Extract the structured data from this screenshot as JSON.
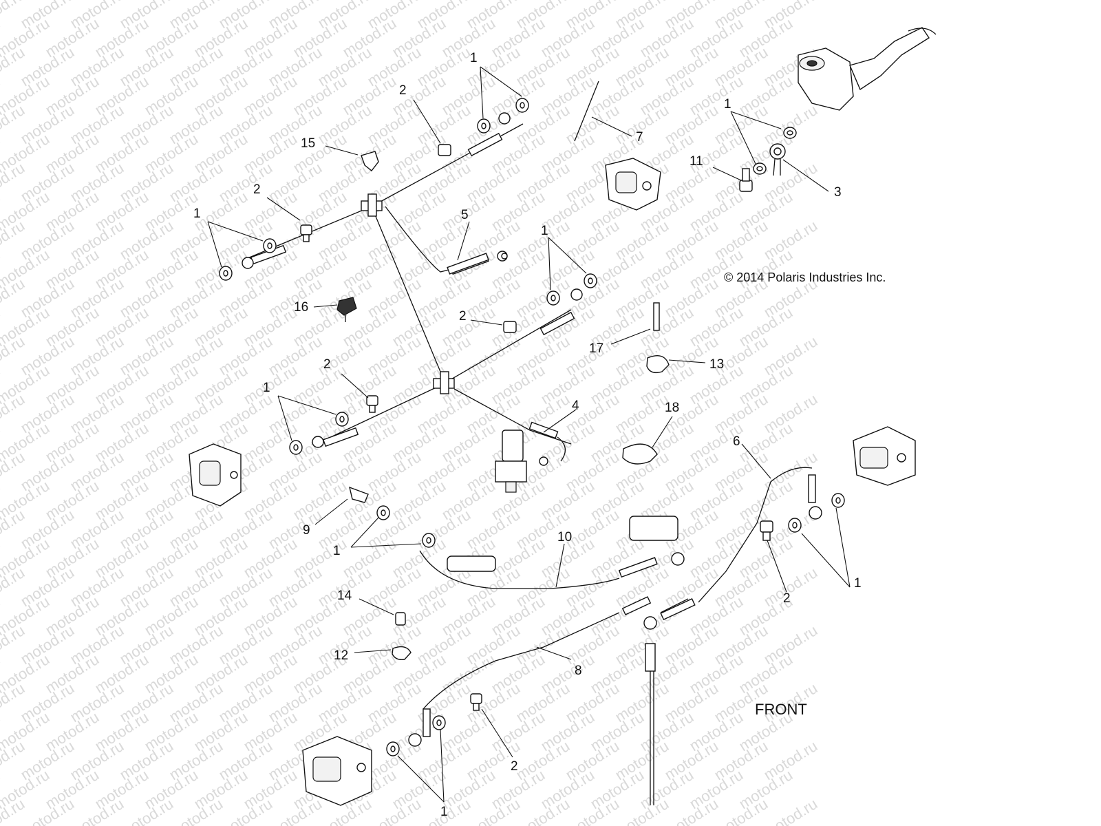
{
  "watermark": {
    "text": "motod.ru"
  },
  "copyright": "© 2014 Polaris Industries Inc.",
  "front_label": "FRONT",
  "callouts": [
    "1",
    "2",
    "3",
    "4",
    "5",
    "6",
    "7",
    "8",
    "9",
    "10",
    "11",
    "12",
    "13",
    "14",
    "15",
    "16",
    "17",
    "18"
  ]
}
